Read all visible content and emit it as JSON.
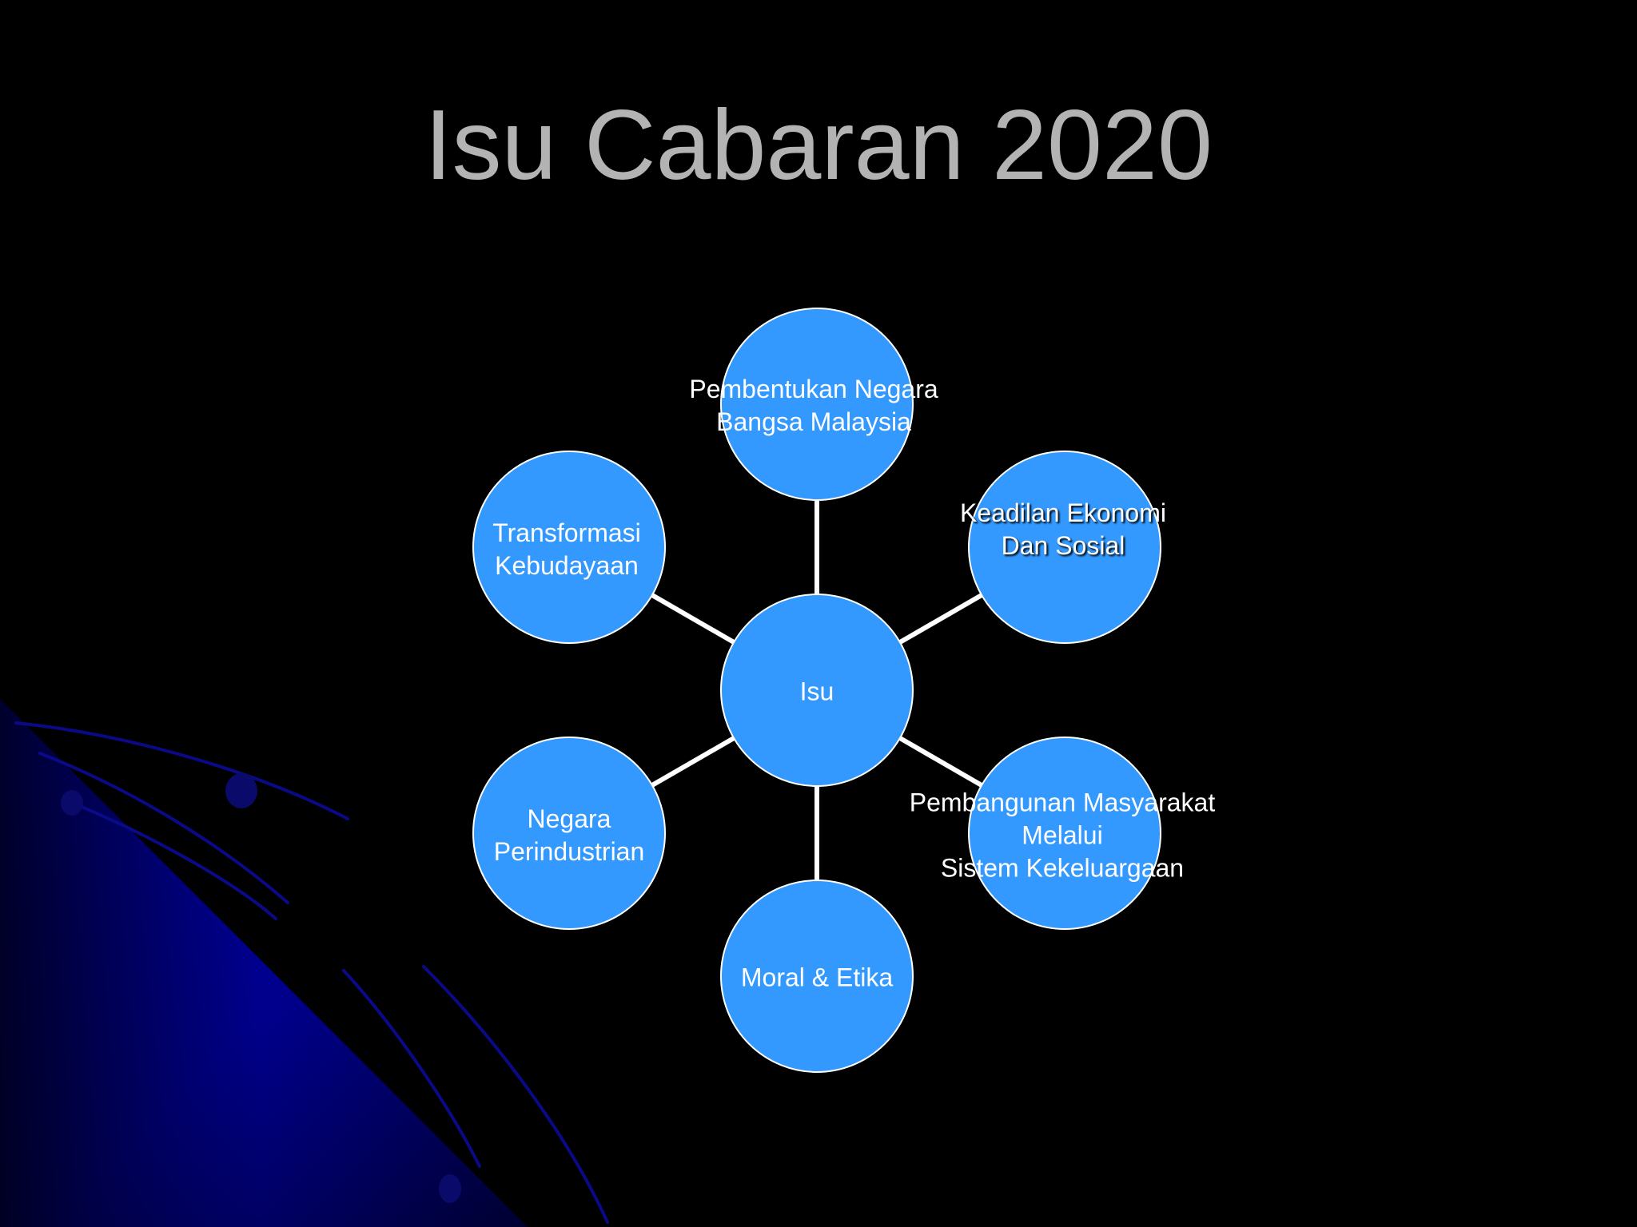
{
  "slide": {
    "title": "Isu Cabaran 2020"
  },
  "colors": {
    "background": "#000000",
    "title": "#b3b3b3",
    "node_fill": "#3399ff",
    "node_stroke": "#ffffff",
    "connector": "#ffffff",
    "decor_blue": "#00008c"
  },
  "diagram": {
    "type": "radial-cycle",
    "center": {
      "label": "Isu"
    },
    "nodes": [
      {
        "position": "top",
        "label": "Pembentukan Negara\nBangsa Malaysia"
      },
      {
        "position": "upper-right",
        "label": "Keadilan Ekonomi\nDan Sosial"
      },
      {
        "position": "lower-right",
        "label": "Pembangunan Masyarakat\nMelalui\nSistem Kekeluargaan"
      },
      {
        "position": "bottom",
        "label": "Moral & Etika"
      },
      {
        "position": "lower-left",
        "label": "Negara\nPerindustrian"
      },
      {
        "position": "upper-left",
        "label": "Transformasi\nKebudayaan"
      }
    ]
  }
}
